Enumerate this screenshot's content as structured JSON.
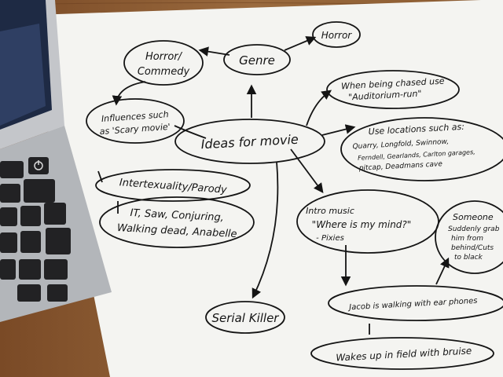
{
  "mindmap": {
    "center": "Ideas for movie",
    "genre": "Genre",
    "horror": "Horror",
    "horror_comedy": [
      "Horror/",
      "Commedy"
    ],
    "influences": [
      "Influences such",
      "as 'Scary movie'"
    ],
    "intertextuality": "Intertexuality/Parody",
    "films": [
      "IT, Saw, Conjuring,",
      "Walking dead, Anabelle"
    ],
    "serial_killer": "Serial Killer",
    "auditorium": [
      "When being chased use",
      "\"Auditorium-run\""
    ],
    "locations": [
      "Use locations such as:",
      "Quarry, Longfold, Swinnow,",
      "Ferndell, Gearlands, Carlton garages,",
      "pitcap, Deadmans cave"
    ],
    "intro_music": [
      "Intro music",
      "\"Where is my mind?\"",
      "- Pixies"
    ],
    "someone": [
      "Someone",
      "Suddenly grab",
      "him from",
      "behind/Cuts",
      "to black"
    ],
    "jacob": "Jacob is walking with ear phones",
    "wakes": "Wakes up in field with bruise"
  },
  "colors": {
    "table": "#8a5a32",
    "paper": "#f4f4f1",
    "ink": "#141414",
    "laptop": "#b9bcc0",
    "keyboard": "#2a2a2c"
  }
}
